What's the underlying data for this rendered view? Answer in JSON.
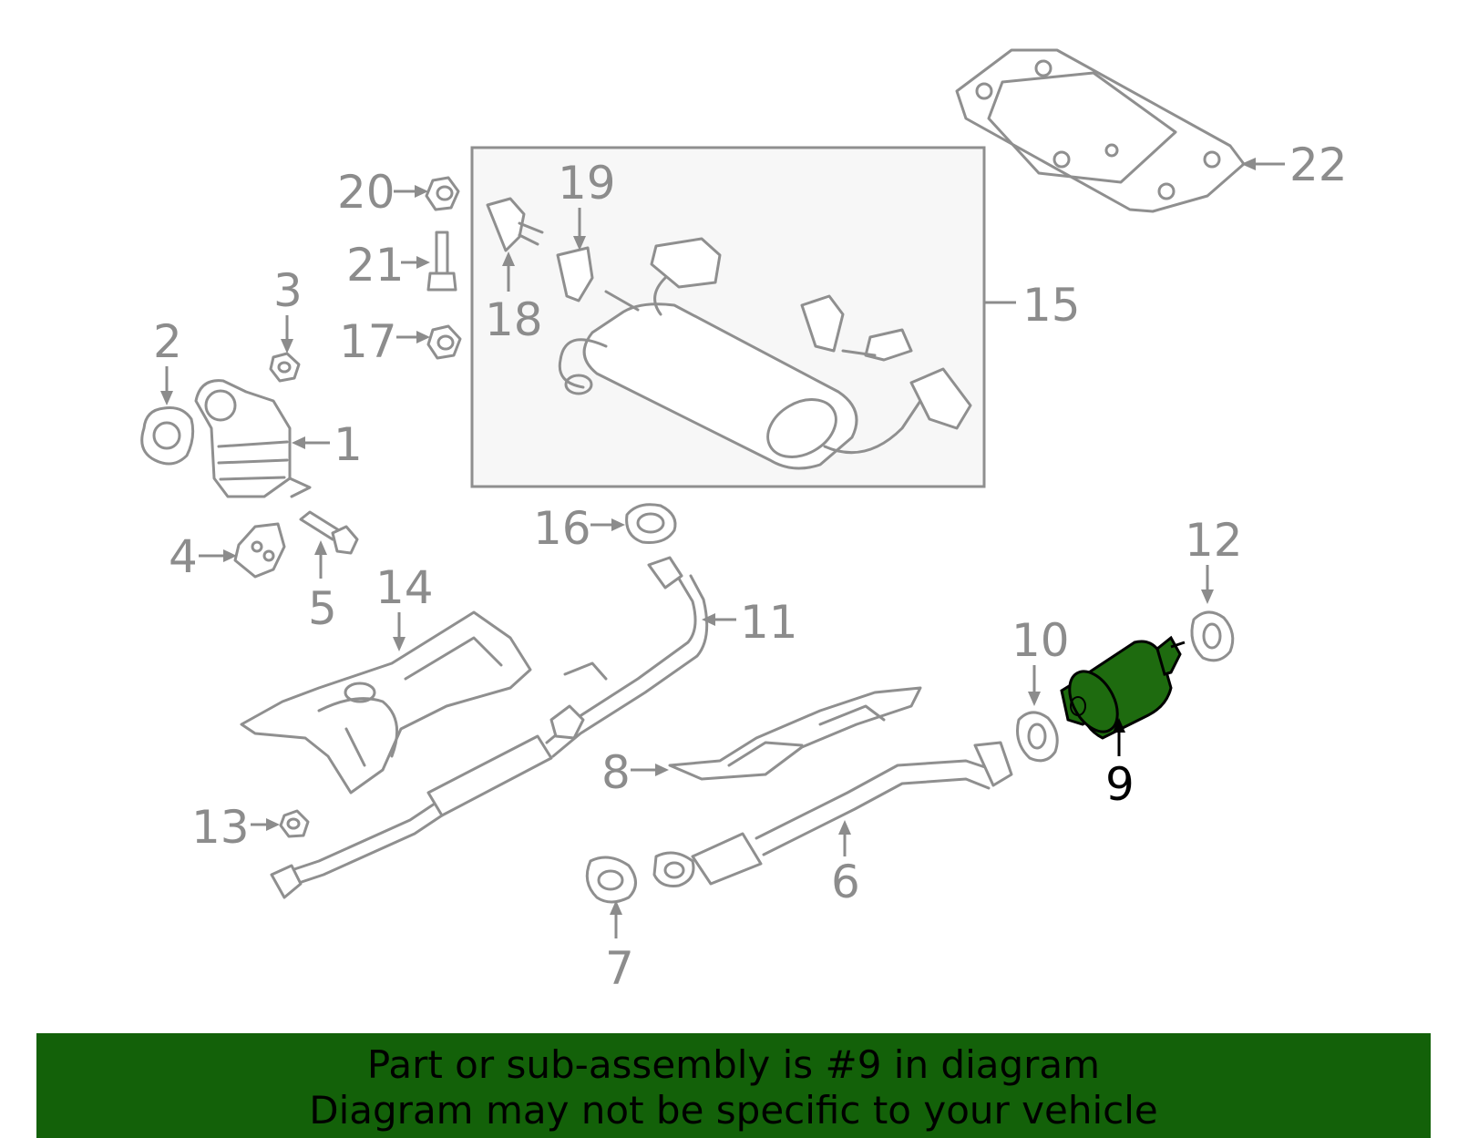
{
  "labels": {
    "1": "1",
    "2": "2",
    "3": "3",
    "4": "4",
    "5": "5",
    "6": "6",
    "7": "7",
    "8": "8",
    "9": "9",
    "10": "10",
    "11": "11",
    "12": "12",
    "13": "13",
    "14": "14",
    "15": "15",
    "16": "16",
    "17": "17",
    "18": "18",
    "19": "19",
    "20": "20",
    "21": "21",
    "22": "22"
  },
  "highlight_part": "9",
  "colors": {
    "highlight": "#1e6b0f",
    "banner": "#136109",
    "line": "#8f8f8f"
  },
  "banner": {
    "line1": "Part or sub-assembly is #9 in diagram",
    "line2": "Diagram may not be specific to your vehicle"
  }
}
